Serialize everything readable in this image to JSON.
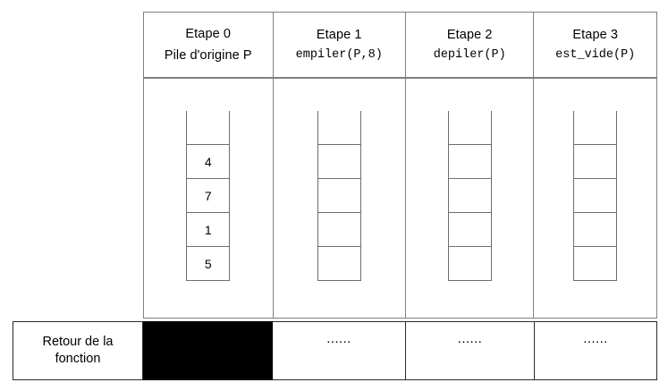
{
  "table": {
    "columns": [
      {
        "header_title": "Etape 0",
        "header_sub": "Pile d'origine P",
        "header_sub_mono": false,
        "stack": {
          "cells": [
            "",
            "4",
            "7",
            "1",
            "5"
          ]
        },
        "return_value": "",
        "return_blacked_out": true
      },
      {
        "header_title": "Etape 1",
        "header_sub": "empiler(P,8)",
        "header_sub_mono": true,
        "stack": {
          "cells": [
            "",
            "",
            "",
            "",
            ""
          ]
        },
        "return_value": "......",
        "return_blacked_out": false
      },
      {
        "header_title": "Etape 2",
        "header_sub": "depiler(P)",
        "header_sub_mono": true,
        "stack": {
          "cells": [
            "",
            "",
            "",
            "",
            ""
          ]
        },
        "return_value": "......",
        "return_blacked_out": false
      },
      {
        "header_title": "Etape 3",
        "header_sub": "est_vide(P)",
        "header_sub_mono": true,
        "stack": {
          "cells": [
            "",
            "",
            "",
            "",
            ""
          ]
        },
        "return_value": "......",
        "return_blacked_out": false
      }
    ]
  },
  "return_row": {
    "label_line_1": "Retour de la",
    "label_line_2": "fonction"
  },
  "colors": {
    "grid_line": "#808080",
    "stack_line": "#6d6d6d",
    "return_border": "#2b2b2b",
    "blacked_out": "#000000",
    "text": "#000000",
    "background": "#ffffff"
  }
}
